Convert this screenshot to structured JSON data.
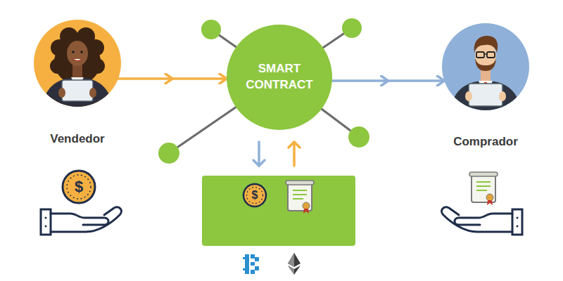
{
  "diagram": {
    "nodes": [
      {
        "text": [
          "Vendedor"
        ]
      },
      {
        "text": [
          "SMART CONTRACT"
        ]
      },
      {
        "text": [
          "Comprador"
        ]
      }
    ],
    "edges": [
      {
        "from": 0,
        "to": 1,
        "arrow": "to"
      },
      {
        "from": 1,
        "to": 2,
        "arrow": "to"
      }
    ],
    "labels": [
      "$",
      "$"
    ]
  }
}
